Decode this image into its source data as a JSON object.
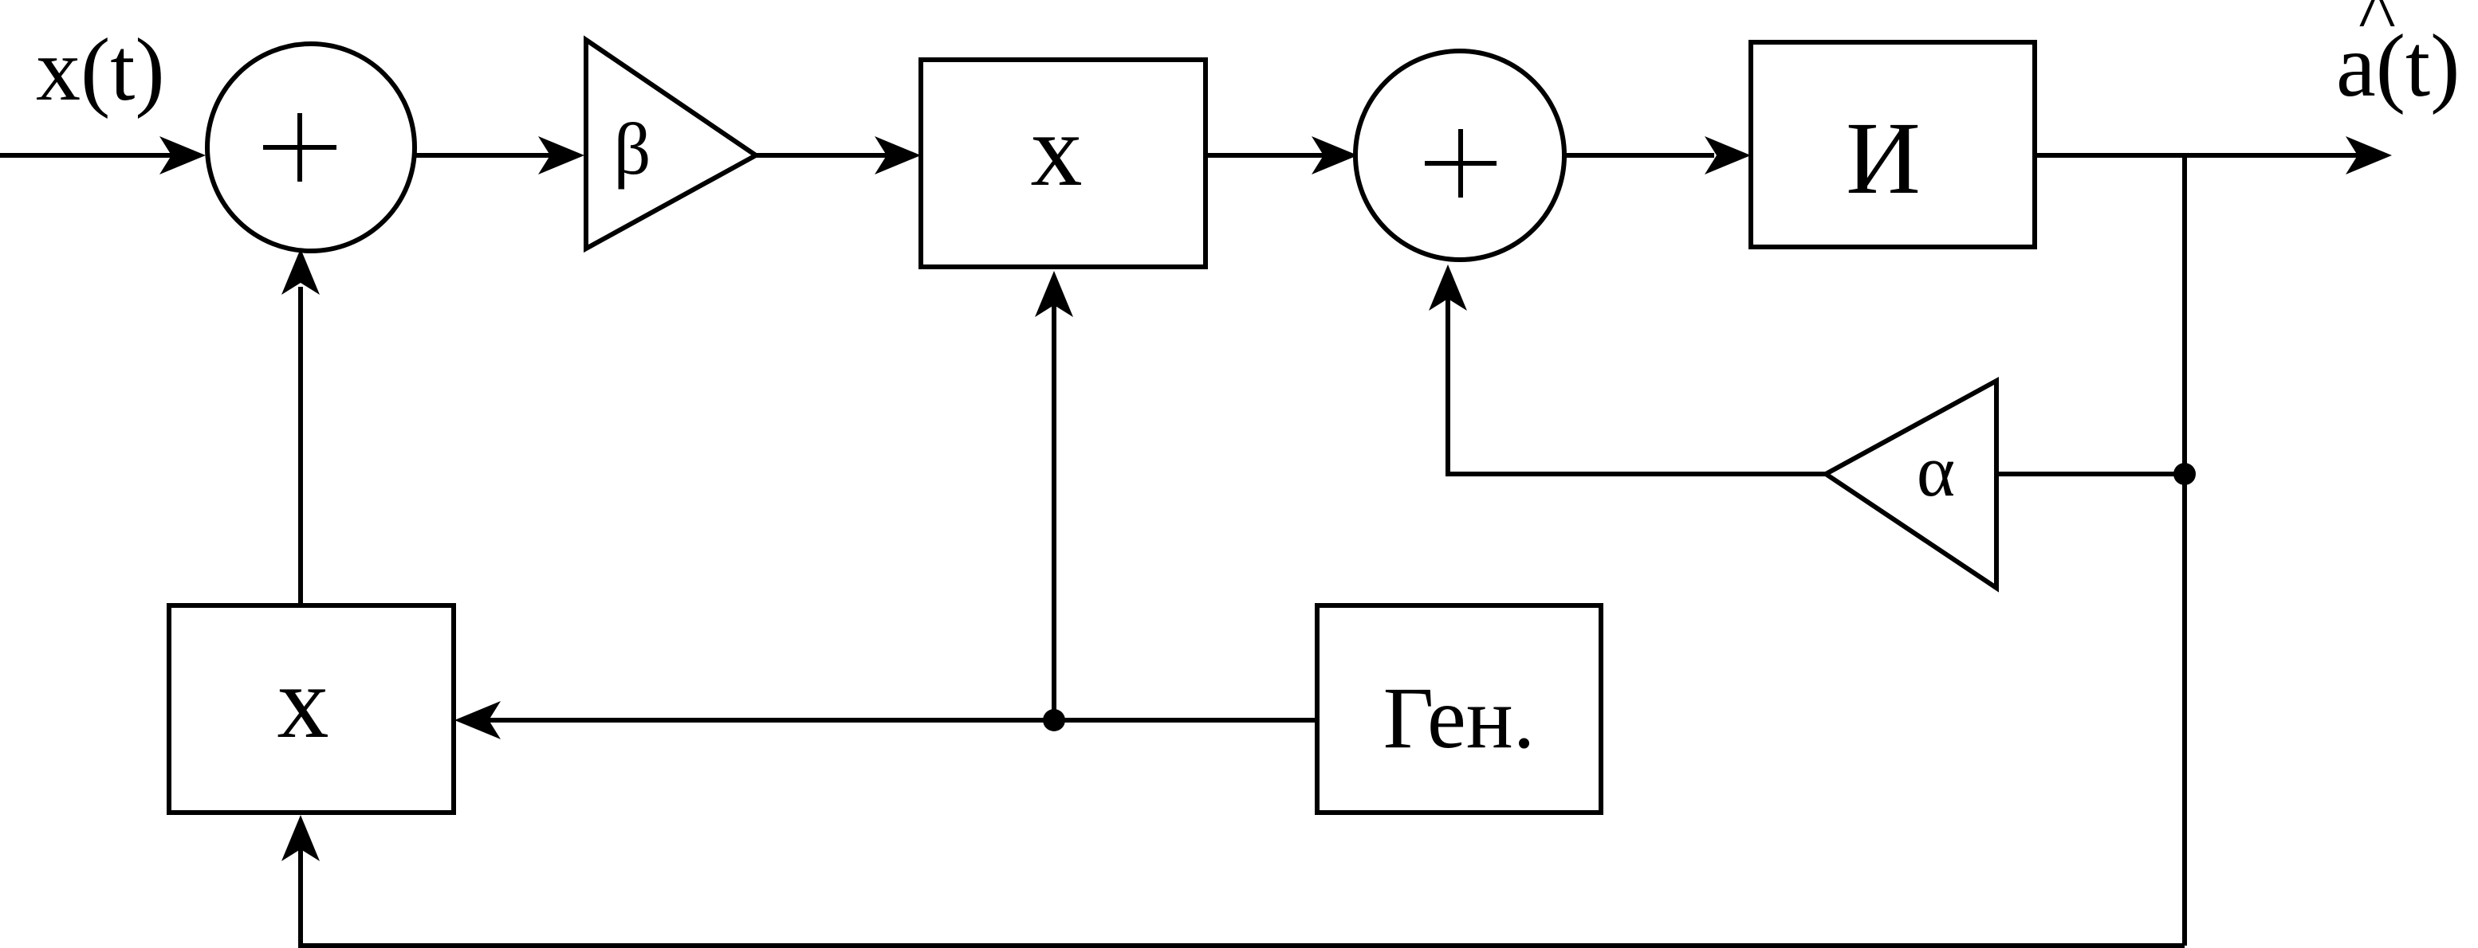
{
  "input_label": "x(t)",
  "output_label": "a(t)",
  "output_hat": "^",
  "blocks": {
    "amp_beta": "β",
    "multiplier_top": "x",
    "integrator": "И",
    "amp_alpha": "α",
    "multiplier_bottom": "x",
    "generator": "Ген."
  },
  "summers": {
    "sum_left": "+",
    "sum_right": "+"
  }
}
